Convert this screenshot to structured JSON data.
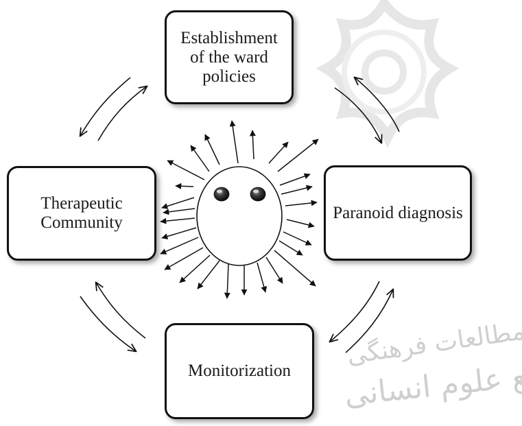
{
  "nodes": {
    "top": "Establishment of the ward policies",
    "left": "Therapeutic Community",
    "right": "Paranoid diagnosis",
    "bottom": "Monitorization"
  },
  "watermark": {
    "line1": "پژوهشگاه علوم انسانی و مطالعات فرهنگی",
    "line2": "پرتال جامع علوم انسانی"
  },
  "colors": {
    "stroke": "#111111",
    "watermark": "#d4d4d4"
  }
}
